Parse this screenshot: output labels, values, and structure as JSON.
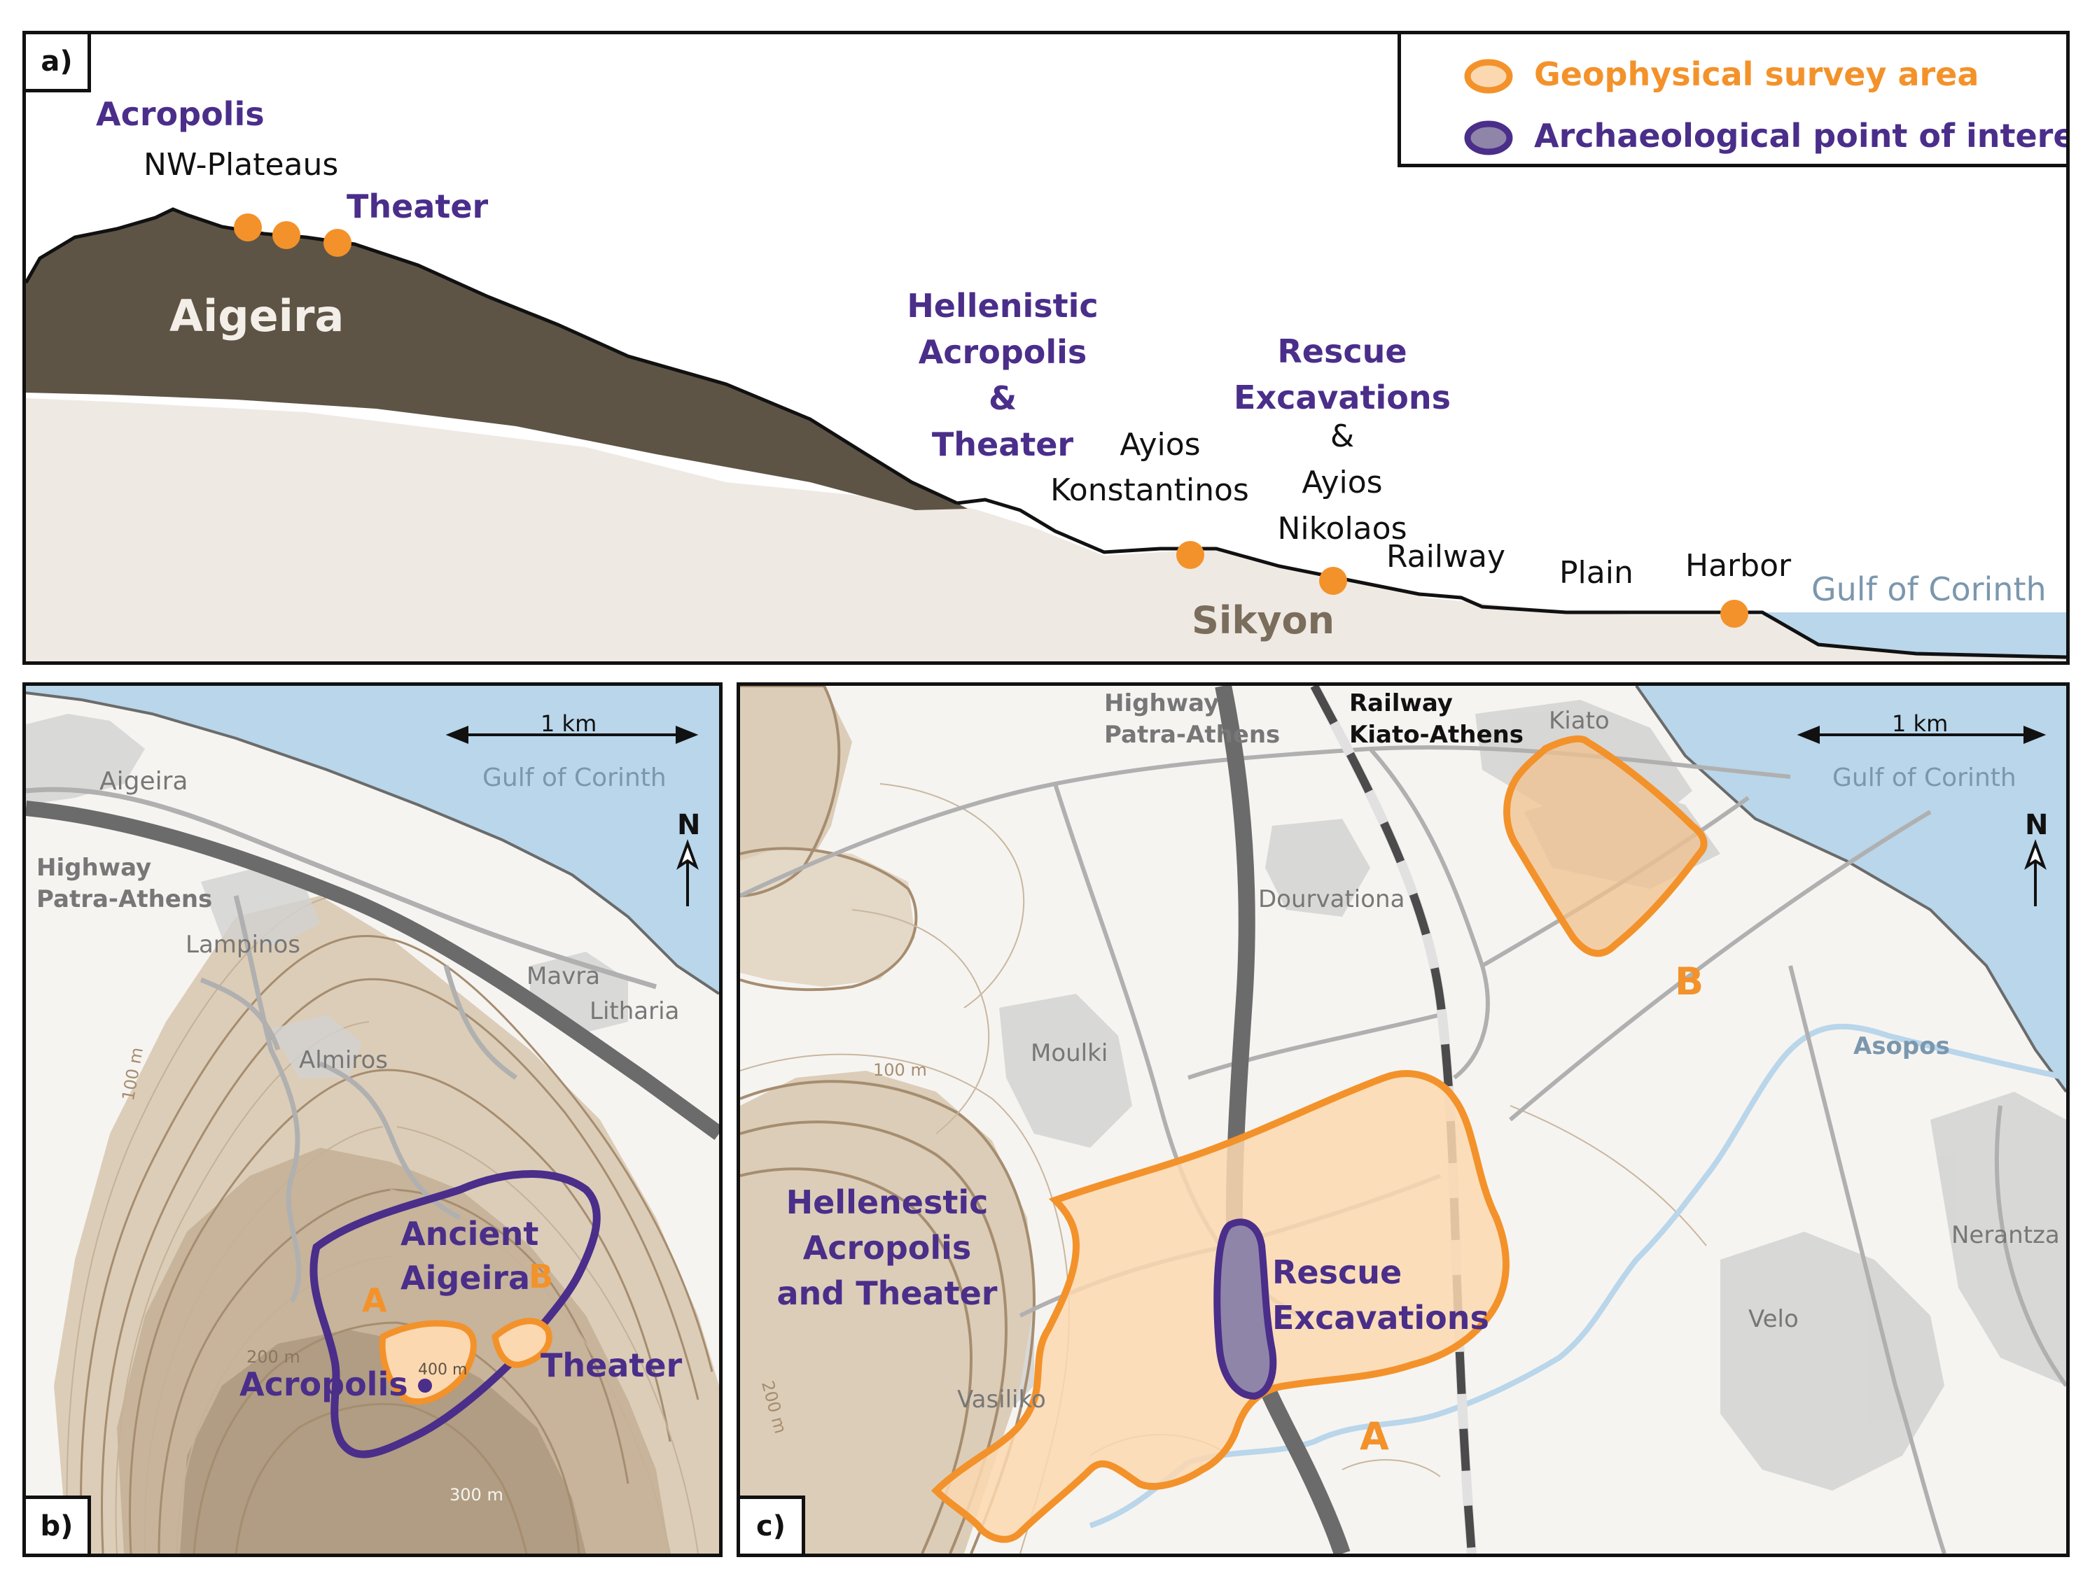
{
  "legend": {
    "survey": {
      "label": "Geophysical survey area",
      "fill": "#fbd8b0",
      "stroke": "#f3922a"
    },
    "poi": {
      "label": "Archaeological point of interest",
      "fill": "#8f85a8",
      "stroke": "#4a2e8a"
    }
  },
  "panel_a": {
    "tag": "a)",
    "acropolis": "Acropolis",
    "nw_plateaus": "NW-Plateaus",
    "theater": "Theater",
    "aigeira": "Aigeira",
    "hellenistic": [
      "Hellenistic",
      "Acropolis",
      "&",
      "Theater"
    ],
    "ayios_k": [
      "Ayios",
      "Konstantinos"
    ],
    "rescue": [
      "Rescue",
      "Excavations"
    ],
    "ayios_n": [
      "&",
      "Ayios",
      "Nikolaos"
    ],
    "railway": "Railway",
    "plain": "Plain",
    "harbor": "Harbor",
    "gulf": "Gulf of Corinth",
    "sikyon": "Sikyon"
  },
  "panel_b": {
    "tag": "b)",
    "scale": "1 km",
    "gulf": "Gulf of Corinth",
    "north": "N",
    "aigeira": "Aigeira",
    "highway": [
      "Highway",
      "Patra-Athens"
    ],
    "lampinos": "Lampinos",
    "mavra": [
      "Mavra",
      "Litharia"
    ],
    "almiros": "Almiros",
    "ancient": [
      "Ancient",
      "Aigeira"
    ],
    "a": "A",
    "b": "B",
    "acropolis": "Acropolis",
    "theater": "Theater",
    "c100": "100 m",
    "c200": "200 m",
    "c300": "300 m",
    "c400": "400 m"
  },
  "panel_c": {
    "tag": "c)",
    "scale": "1 km",
    "gulf": "Gulf of Corinth",
    "north": "N",
    "highway": [
      "Highway",
      "Patra-Athens"
    ],
    "railway": [
      "Railway",
      "Kiato-Athens"
    ],
    "kiato": "Kiato",
    "dourvationa": "Dourvationa",
    "b": "B",
    "moulki": "Moulki",
    "asopos": "Asopos",
    "hellenistic": [
      "Hellenestic",
      "Acropolis",
      "and Theater"
    ],
    "rescue": [
      "Rescue",
      "Excavations"
    ],
    "nerantza": "Nerantza",
    "velo": "Velo",
    "vasiliko": "Vasiliko",
    "a": "A",
    "c100": "100 m",
    "c200": "200 m"
  },
  "colors": {
    "sea": "#b9d6ea",
    "land": "#f6f4f1",
    "terrain_light": "#d9cbb7",
    "terrain_dark": "#9b8b76",
    "rock": "#5e5446",
    "section_ground": "#efe9e3",
    "orange": "#f3922a",
    "purple": "#4a2e8a",
    "road": "#b0b0b0",
    "highway": "#6b6b6b",
    "settlement": "#d2d2d2"
  }
}
